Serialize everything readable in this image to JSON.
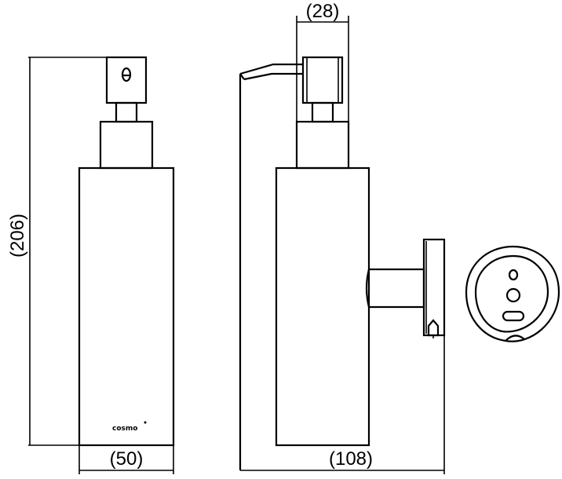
{
  "dimensions": {
    "top_width": "(28)",
    "total_height": "(206)",
    "body_width": "(50)",
    "total_depth": "(108)"
  },
  "brand_label": "cosmo",
  "icons": {
    "pump_head_front": "pump-icon",
    "wall_mount_view": "wall-mount-icon"
  }
}
